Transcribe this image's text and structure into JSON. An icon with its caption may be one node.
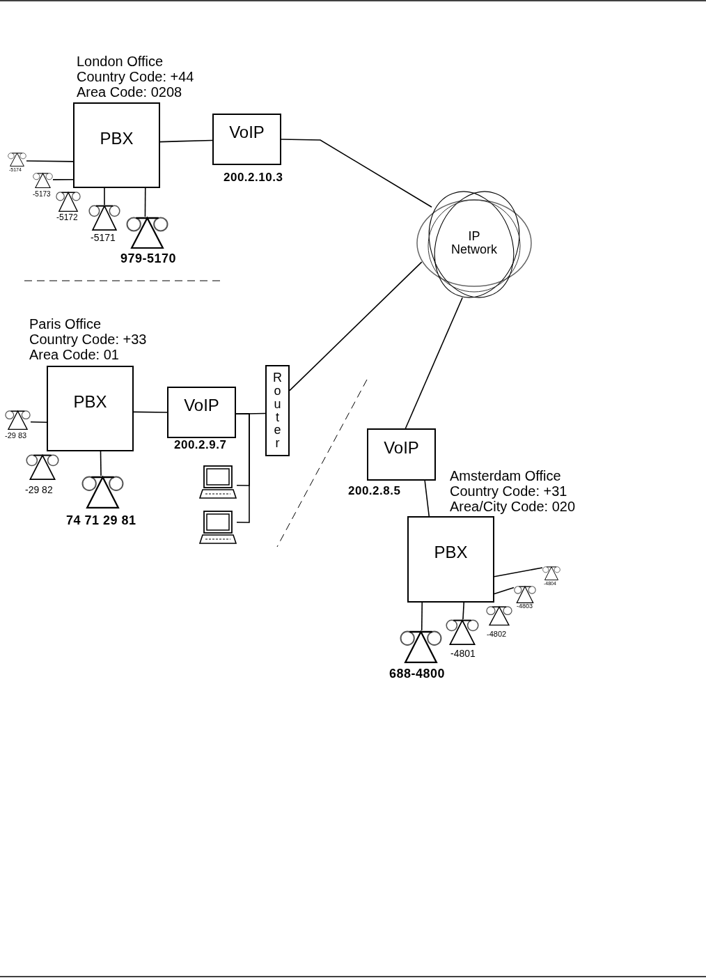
{
  "diagram": {
    "nodes": [
      {
        "text": [
          "PBX"
        ]
      },
      {
        "text": [
          "VoIP"
        ],
        "beside": [
          "200.2.10.3"
        ]
      },
      {
        "text": [],
        "shape": "telephone",
        "beside": [
          "-5174"
        ]
      },
      {
        "text": [],
        "shape": "telephone",
        "beside": [
          "-5173"
        ]
      },
      {
        "text": [],
        "shape": "telephone",
        "beside": [
          "-5172"
        ]
      },
      {
        "text": [],
        "shape": "telephone",
        "beside": [
          "-5171"
        ]
      },
      {
        "text": [],
        "shape": "telephone",
        "beside": [
          "979-5170"
        ]
      },
      {
        "text": [
          "IP Network"
        ]
      },
      {
        "text": [
          "PBX"
        ]
      },
      {
        "text": [
          "VoIP"
        ],
        "beside": [
          "200.2.9.7"
        ]
      },
      {
        "text": [
          "Router"
        ]
      },
      {
        "text": [],
        "shape": "telephone",
        "beside": [
          "-29 83"
        ]
      },
      {
        "text": [],
        "shape": "telephone",
        "beside": [
          "-29 82"
        ]
      },
      {
        "text": [],
        "shape": "telephone",
        "beside": [
          "74 71 29 81"
        ]
      },
      {
        "text": [],
        "shape": "computer"
      },
      {
        "text": [],
        "shape": "computer"
      },
      {
        "text": [
          "VoIP"
        ],
        "beside": [
          "200.2.8.5"
        ]
      },
      {
        "text": [
          "PBX"
        ]
      },
      {
        "text": [],
        "shape": "telephone",
        "beside": [
          "688-4800"
        ]
      },
      {
        "text": [],
        "shape": "telephone",
        "beside": [
          "-4801"
        ]
      },
      {
        "text": [],
        "shape": "telephone",
        "beside": [
          "-4802"
        ]
      },
      {
        "text": [],
        "shape": "telephone",
        "beside": [
          "-4803"
        ]
      },
      {
        "text": [],
        "shape": "telephone",
        "beside": [
          "-4804"
        ]
      }
    ],
    "edges": [
      {
        "from": 0,
        "to": 2,
        "arrow": "none"
      },
      {
        "from": 0,
        "to": 3,
        "arrow": "none"
      },
      {
        "from": 0,
        "to": 5,
        "arrow": "none"
      },
      {
        "from": 0,
        "to": 6,
        "arrow": "none"
      },
      {
        "from": 0,
        "to": 1,
        "arrow": "none"
      },
      {
        "from": 1,
        "to": 7,
        "arrow": "none"
      },
      {
        "from": 8,
        "to": 11,
        "arrow": "none"
      },
      {
        "from": 8,
        "to": 13,
        "arrow": "none"
      },
      {
        "from": 8,
        "to": 9,
        "arrow": "none"
      },
      {
        "from": 9,
        "to": 10,
        "arrow": "none"
      },
      {
        "from": 9,
        "to": 14,
        "arrow": "none"
      },
      {
        "from": 9,
        "to": 15,
        "arrow": "none"
      },
      {
        "from": 10,
        "to": 7,
        "arrow": "none"
      },
      {
        "from": 7,
        "to": 16,
        "arrow": "none"
      },
      {
        "from": 16,
        "to": 17,
        "arrow": "none"
      },
      {
        "from": 17,
        "to": 18,
        "arrow": "none"
      },
      {
        "from": 17,
        "to": 19,
        "arrow": "none"
      },
      {
        "from": 17,
        "to": 21,
        "arrow": "none"
      },
      {
        "from": 17,
        "to": 22,
        "arrow": "none"
      }
    ],
    "labels": [
      "London Office",
      "Country Code: +44",
      "Area Code: 0208",
      "Paris Office",
      "Country Code: +33",
      "Area Code: 01",
      "Amsterdam Office",
      "Country Code: +31",
      "Area/City Code: 020"
    ]
  }
}
